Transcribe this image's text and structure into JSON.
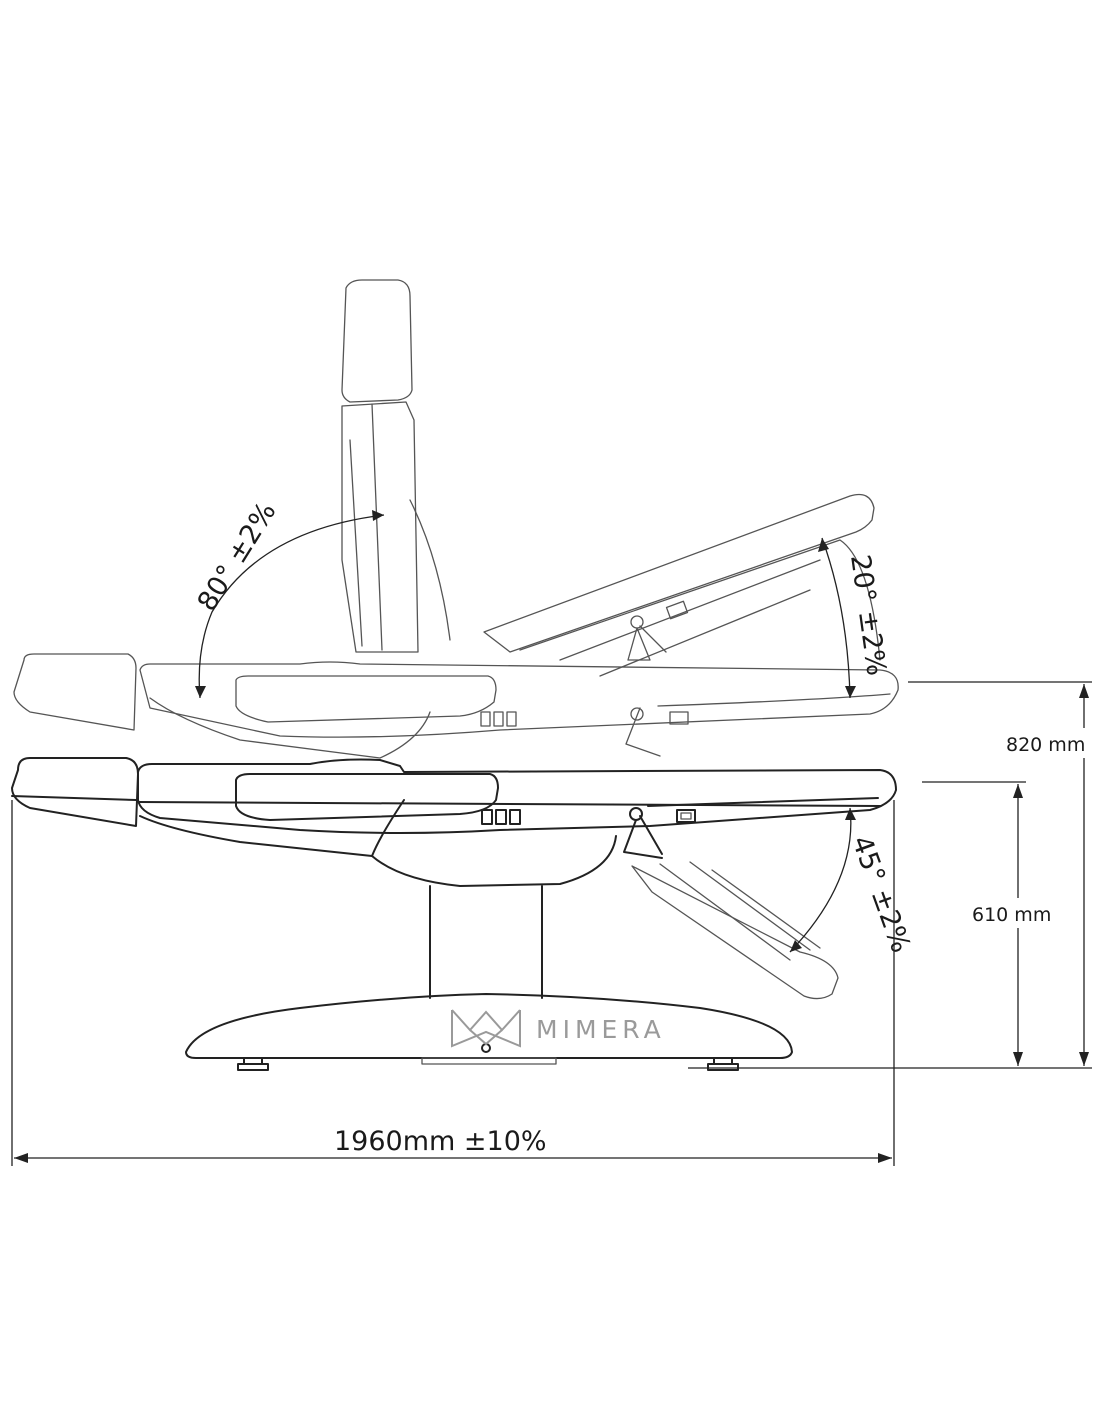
{
  "dimensions": {
    "total_length": "1960mm ±10%",
    "max_height": "820 mm",
    "min_height": "610 mm"
  },
  "angles": {
    "backrest": "80° ±2%",
    "leg_up": "20° ±2%",
    "leg_down": "45° ±2%"
  },
  "logo": {
    "text": "MIMERA",
    "color": "#9a9a9a"
  },
  "colors": {
    "line": "#222222",
    "background": "#ffffff"
  }
}
